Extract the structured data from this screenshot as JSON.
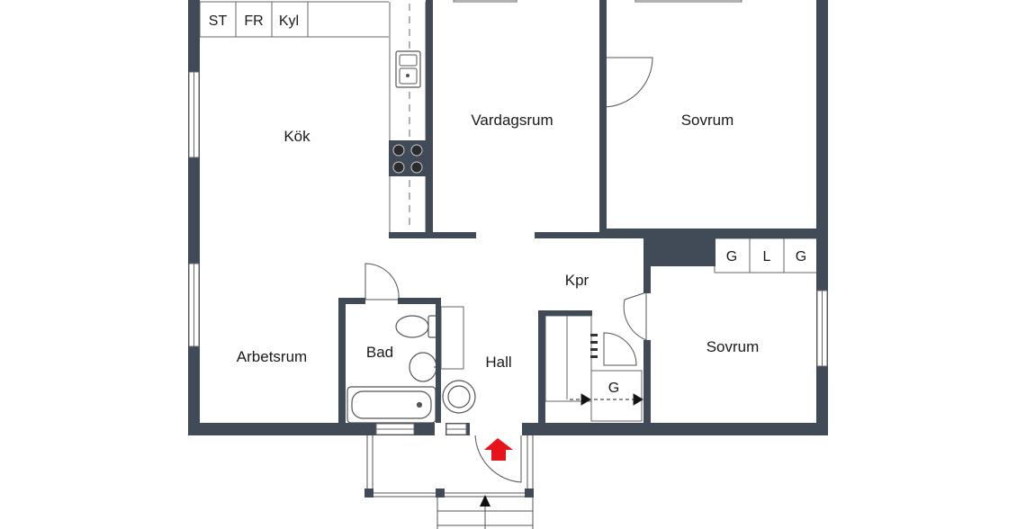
{
  "colors": {
    "wall": "#414b58",
    "entrance_arrow": "#e8121b",
    "line": "#555555",
    "background": "#ffffff"
  },
  "rooms": {
    "kok": "Kök",
    "vardagsrum": "Vardagsrum",
    "sovrum_1": "Sovrum",
    "kpr": "Kpr",
    "arbetsrum": "Arbetsrum",
    "bad": "Bad",
    "hall": "Hall",
    "sovrum_2": "Sovrum"
  },
  "kitchen_appliances": {
    "st": "ST",
    "fr": "FR",
    "kyl": "Kyl"
  },
  "wardrobes": {
    "g_left": "G",
    "l": "L",
    "g_right": "G",
    "g_hall": "G"
  },
  "icons": [
    "sink-icon",
    "stove-icon",
    "toilet-icon",
    "washbasin-icon",
    "bathtub-icon",
    "washing-machine-icon",
    "entrance-arrow-icon",
    "stair-arrow-icon"
  ]
}
